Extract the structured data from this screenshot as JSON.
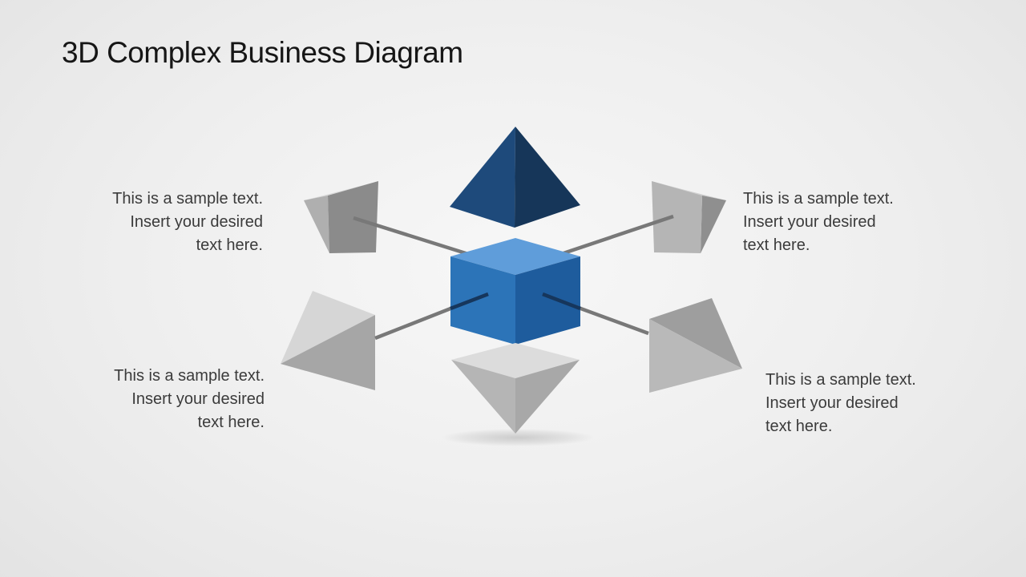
{
  "title": "3D Complex Business Diagram",
  "colors": {
    "title_text": "#161616",
    "body_text": "#3b3b3b",
    "top_pyramid_left_face": "#1E4A7B",
    "top_pyramid_right_face": "#163659",
    "cube_top_face": "#5F9DDA",
    "cube_left_face": "#2C74B8",
    "cube_right_face": "#1E5C9D",
    "connector_gray": "#787878",
    "connector_navy": "#16365C",
    "tl_pyramid_base": "#8B8B8B",
    "tl_pyramid_side": "#AFAFAF",
    "tl_pyramid_top": "#D8D8D8",
    "tr_pyramid_base": "#B5B5B5",
    "tr_pyramid_side": "#8F8F8F",
    "tr_pyramid_top": "#D0D0D0",
    "bl_pyramid_top": "#D6D6D6",
    "bl_pyramid_front": "#A6A6A6",
    "br_pyramid_top": "#9E9E9E",
    "br_pyramid_front": "#B9B9B9",
    "bottom_pyramid_top": "#DCDCDC",
    "bottom_pyramid_left_face": "#B5B5B5",
    "bottom_pyramid_right_face": "#A8A8A8"
  },
  "text_blocks": [
    {
      "position": "top-left",
      "align": "right",
      "lines": [
        "This is a sample text.",
        "Insert your desired",
        "text here."
      ]
    },
    {
      "position": "top-right",
      "align": "left",
      "lines": [
        "This is a sample text.",
        "Insert your desired",
        "text here."
      ]
    },
    {
      "position": "bottom-left",
      "align": "right",
      "lines": [
        "This is a sample text.",
        "Insert your desired",
        "text here."
      ]
    },
    {
      "position": "bottom-right",
      "align": "left",
      "lines": [
        "This is a sample text.",
        "Insert your desired",
        "text here."
      ]
    }
  ]
}
